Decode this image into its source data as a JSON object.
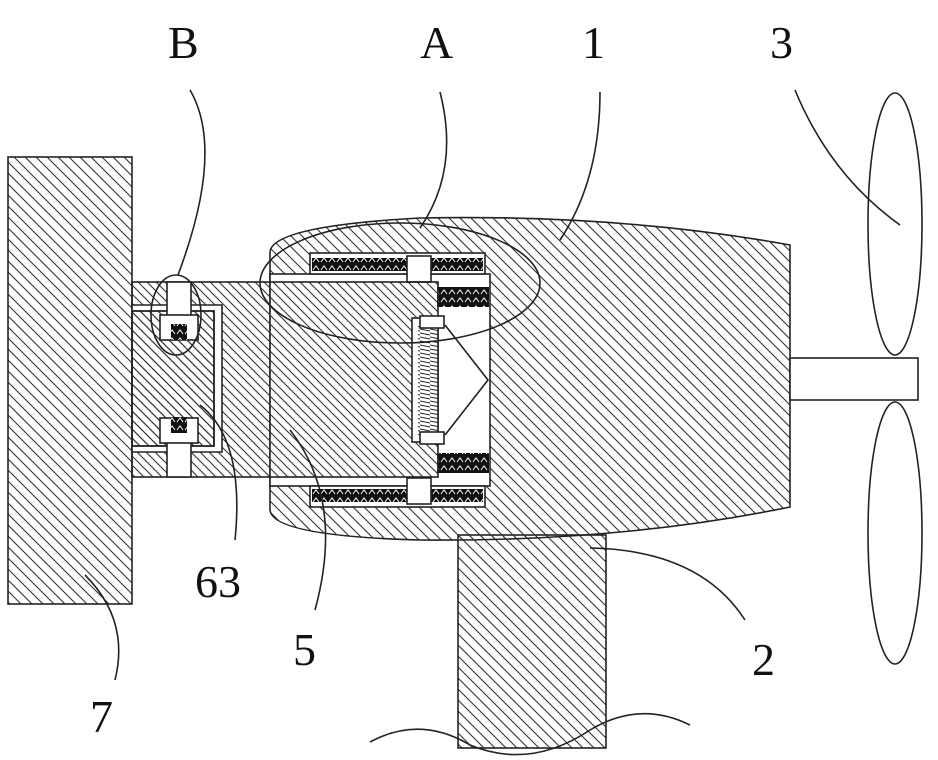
{
  "labels": {
    "B": "B",
    "A": "A",
    "one": "1",
    "three": "3",
    "sixty_three": "63",
    "five": "5",
    "two": "2",
    "seven": "7"
  },
  "colors": {
    "line": "#222222",
    "background": "#ffffff"
  }
}
